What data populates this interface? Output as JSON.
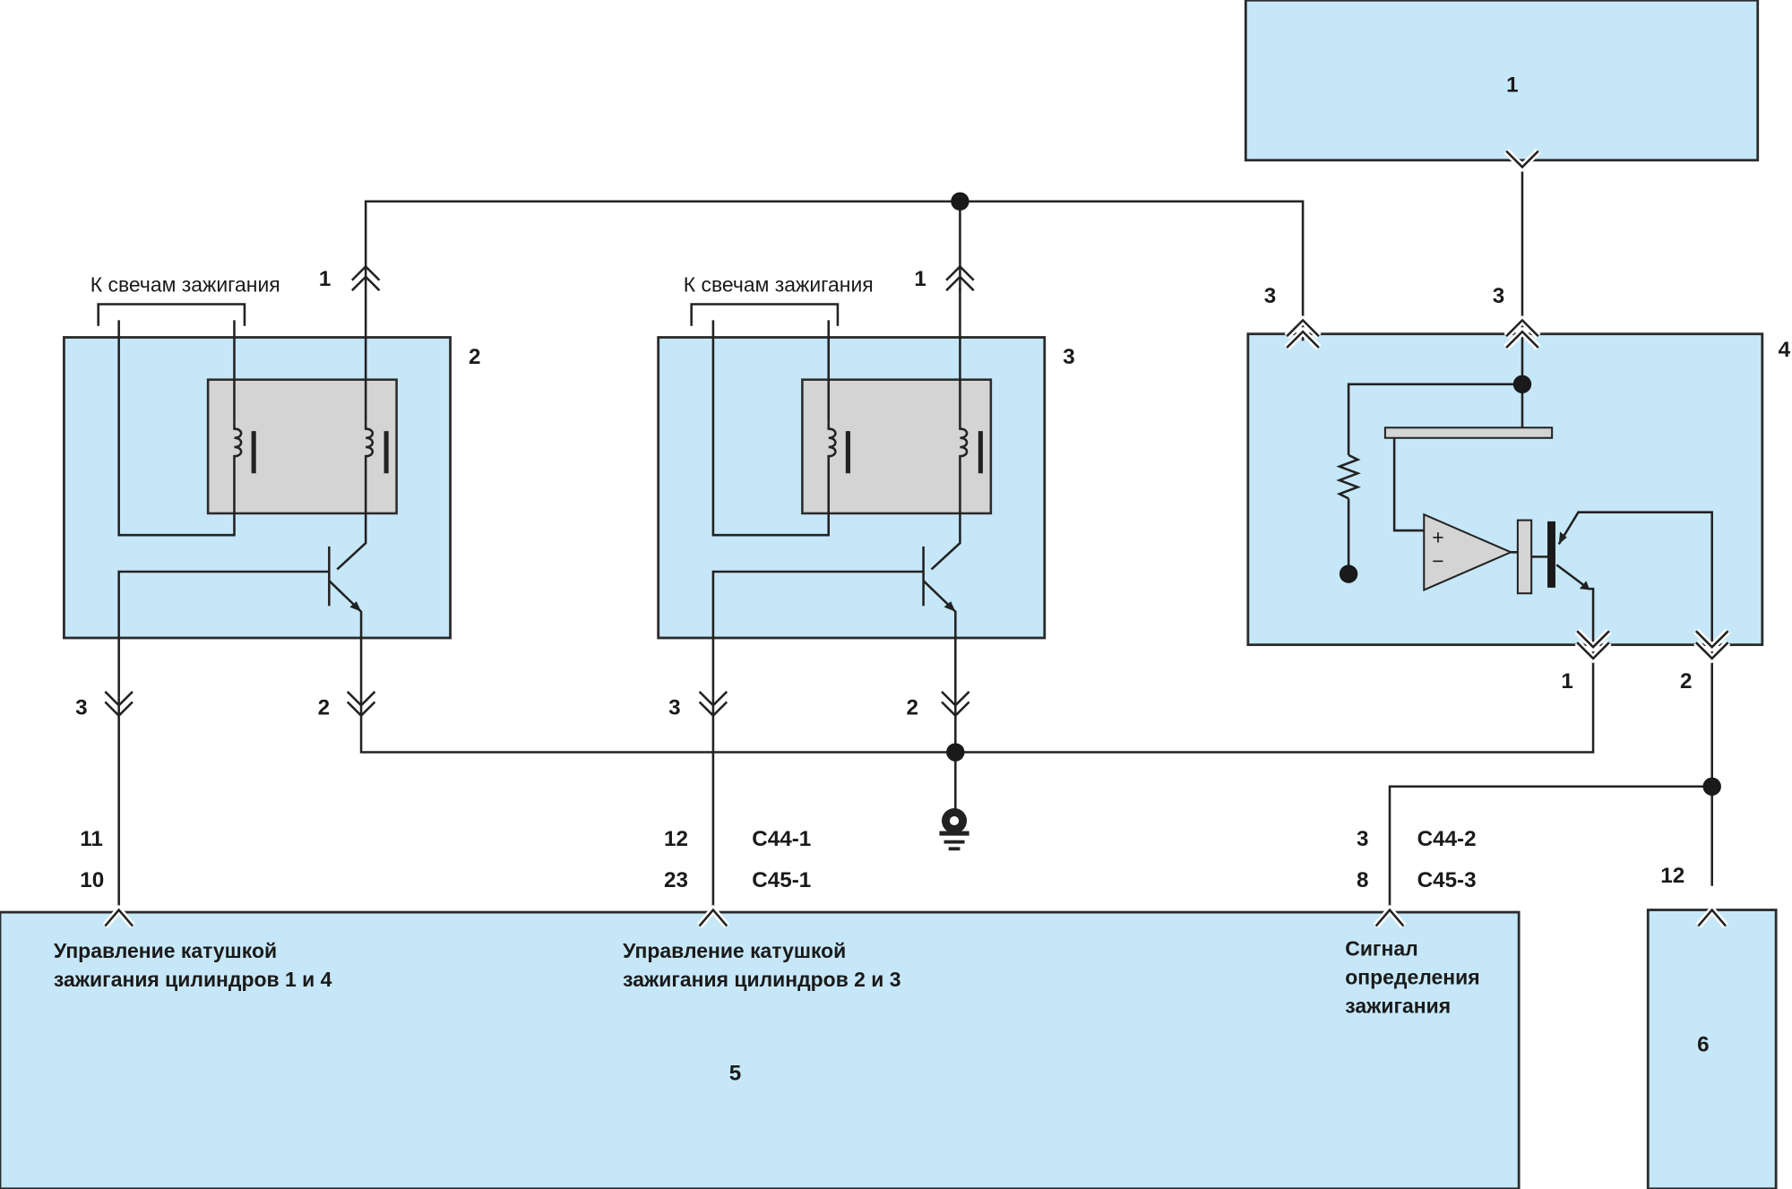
{
  "diagram": {
    "title": "Ignition system wiring diagram",
    "components": {
      "c1": {
        "label": "1"
      },
      "c2": {
        "label": "2"
      },
      "c3": {
        "label": "3"
      },
      "c4": {
        "label": "4"
      },
      "c5": {
        "label": "5"
      },
      "c6": {
        "label": "6"
      }
    },
    "spark_plug_note_left": "К свечам зажигания",
    "spark_plug_note_mid": "К свечам зажигания",
    "pins": {
      "c2_pin1": "1",
      "c2_pin2": "2",
      "c2_pin3": "3",
      "c3_pin1": "1",
      "c3_pin2": "2",
      "c3_pin3": "3",
      "c4_pin3a": "3",
      "c4_pin3b": "3",
      "c4_pin1": "1",
      "c4_pin2": "2",
      "ecu_11": "11",
      "ecu_10": "10",
      "ecu_12": "12",
      "ecu_23": "23",
      "ecu_3": "3",
      "ecu_8": "8",
      "c6_12": "12"
    },
    "connectors": {
      "c44_1": "C44-1",
      "c45_1": "C45-1",
      "c44_2": "C44-2",
      "c45_3": "C45-3"
    },
    "ecu_inputs": {
      "coil14_line1": "Управление катушкой",
      "coil14_line2": "зажигания цилиндров 1 и 4",
      "coil23_line1": "Управление катушкой",
      "coil23_line2": "зажигания цилиндров 2 и 3",
      "sig_line1": "Сигнал",
      "sig_line2": "определения",
      "sig_line3": "зажигания"
    },
    "colors": {
      "block_fill": "#c6e7f8",
      "coil_fill": "#d4d4d4",
      "wire": "#222222"
    }
  }
}
